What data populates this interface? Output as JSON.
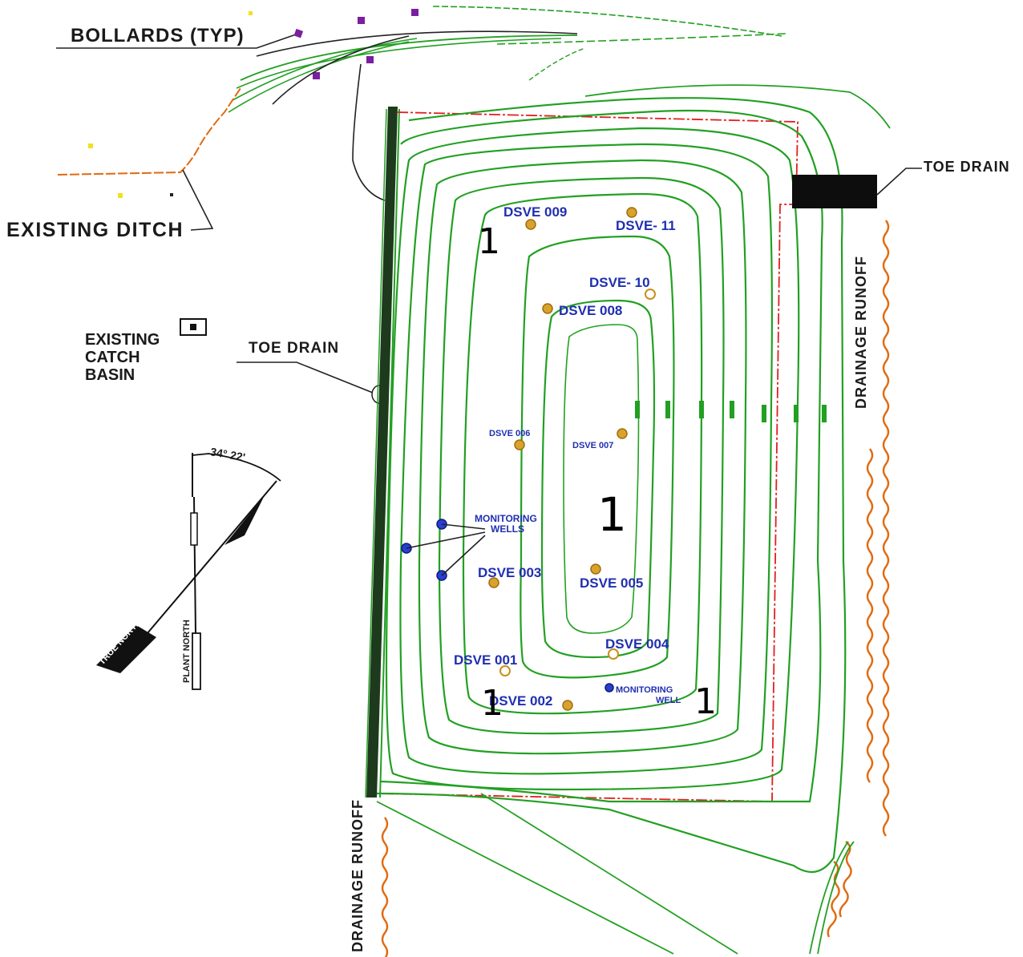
{
  "labels": {
    "bollards": "BOLLARDS (TYP)",
    "existing_ditch": "EXISTING DITCH",
    "existing_catch_basin": [
      "EXISTING",
      "CATCH",
      "BASIN"
    ],
    "toe_drain_left": "TOE DRAIN",
    "toe_drain_right": "TOE DRAIN",
    "drainage_runoff_right": "DRAINAGE RUNOFF",
    "drainage_runoff_bottom": "DRAINAGE RUNOFF",
    "monitoring_wells": [
      "MONITORING",
      "WELLS"
    ],
    "monitoring_well": [
      "MONITORING",
      "WELL"
    ],
    "true_north": "TRUE NORTH",
    "plant_north": "PLANT NORTH",
    "angle": "34° 22'"
  },
  "wells": {
    "dsve_009": "DSVE 009",
    "dsve_11": "DSVE- 11",
    "dsve_10": "DSVE- 10",
    "dsve_008": "DSVE 008",
    "dsve_006": "DSVE 006",
    "dsve_007": "DSVE 007",
    "dsve_003": "DSVE 003",
    "dsve_005": "DSVE 005",
    "dsve_004": "DSVE 004",
    "dsve_001": "DSVE 001",
    "dsve_002": "DSVE 002"
  },
  "markers": {
    "m1": "1",
    "m2": "1",
    "m3": "1",
    "m4": "1"
  },
  "colors": {
    "contour": "#22a022",
    "property_line": "#e02020",
    "runoff": "#e06a10",
    "well_label": "#1f2fb0",
    "well_marker": "#d9a22a",
    "monitoring_well": "#2a3fd0",
    "bollard": "#7a1fa0"
  }
}
